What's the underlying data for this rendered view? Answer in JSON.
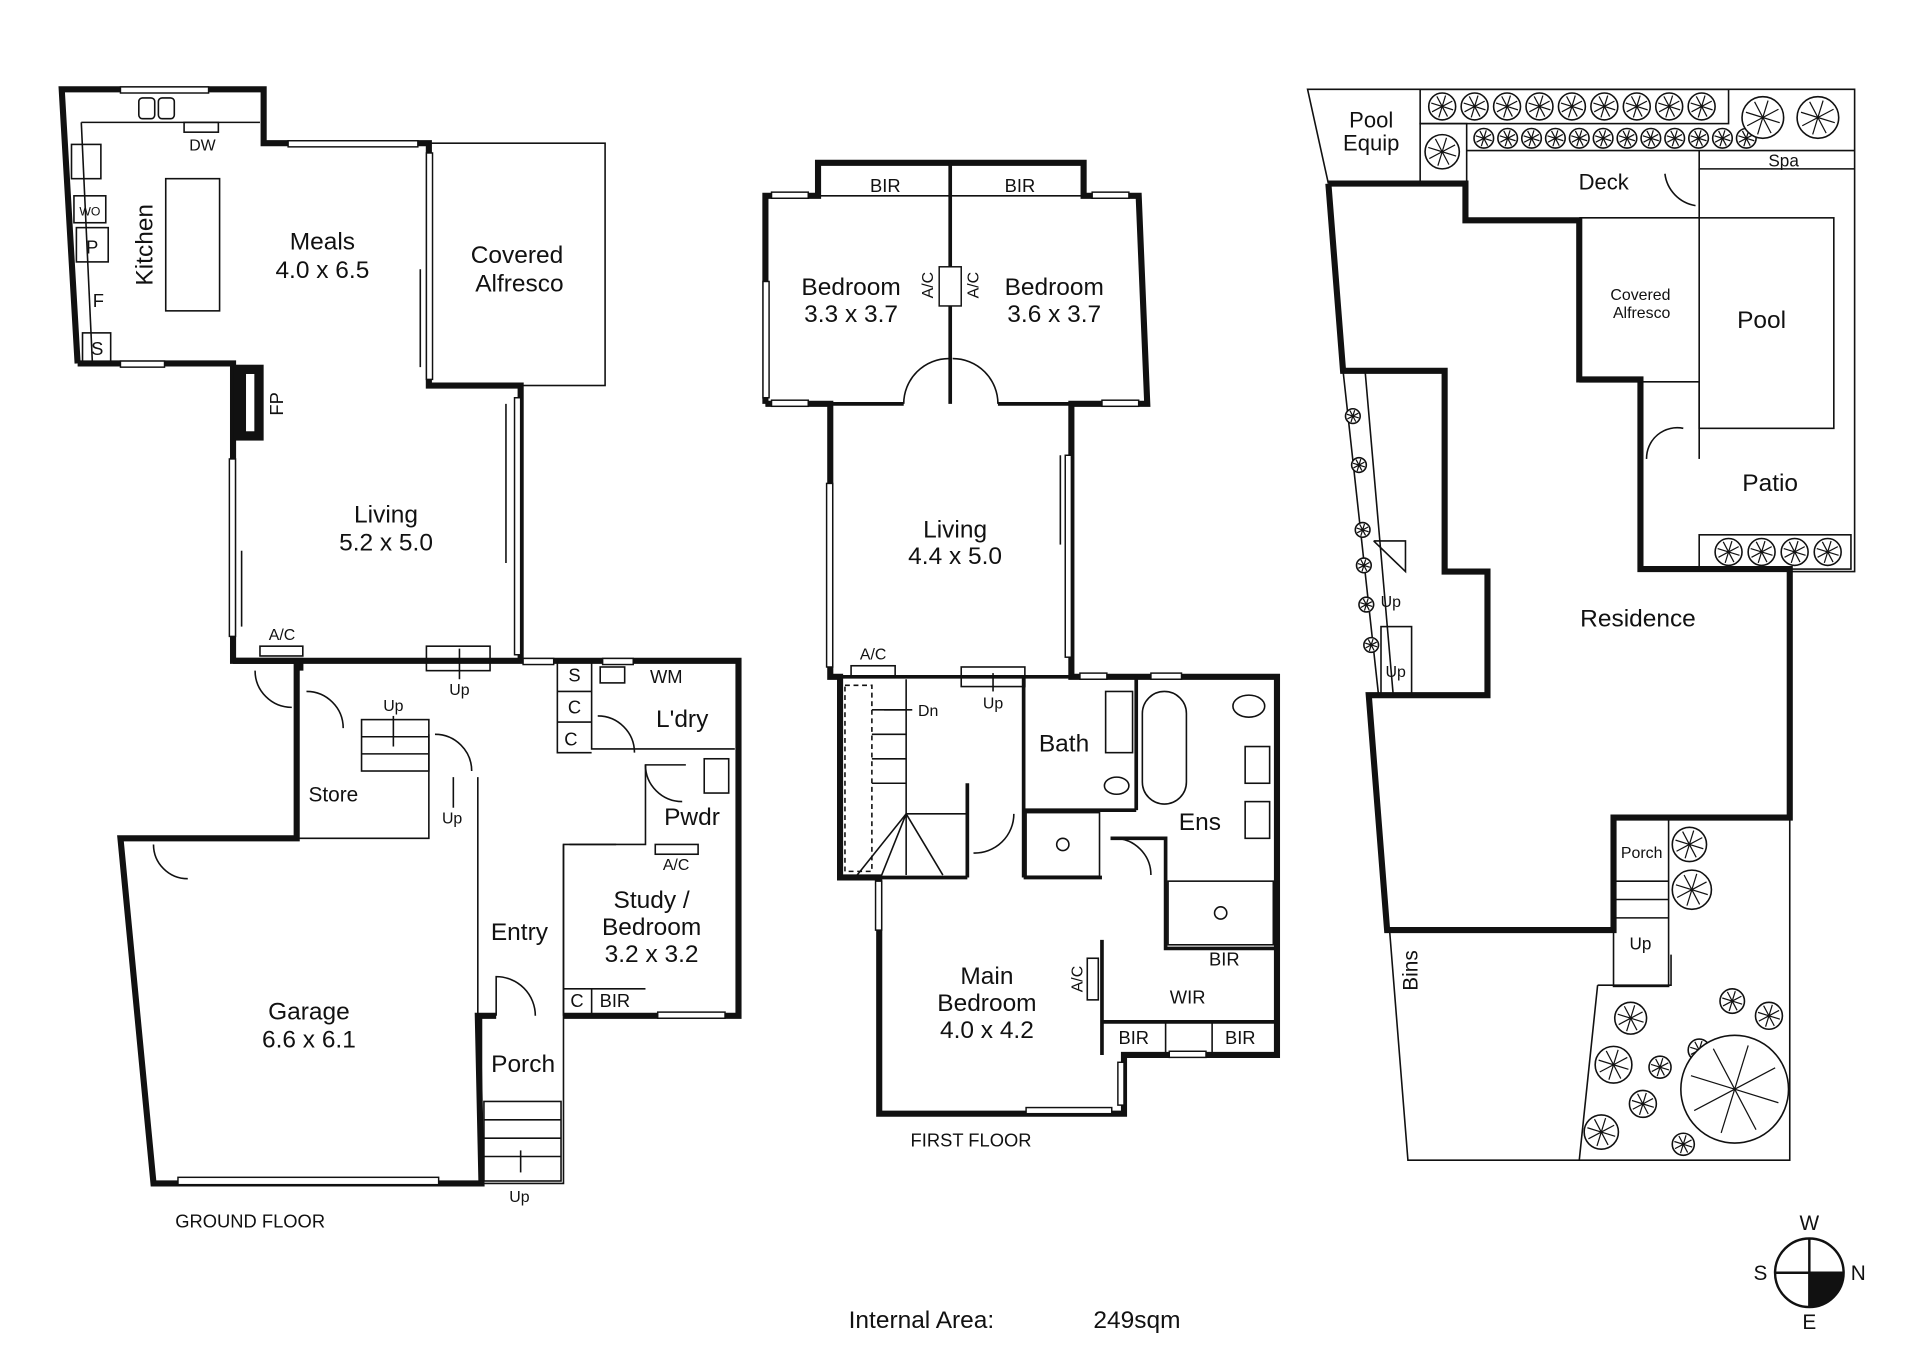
{
  "ground_floor": {
    "title": "GROUND FLOOR",
    "kitchen": "Kitchen",
    "meals": {
      "name": "Meals",
      "size": "4.0 x 6.5"
    },
    "alfresco": {
      "line1": "Covered",
      "line2": "Alfresco"
    },
    "living": {
      "name": "Living",
      "size": "5.2 x 5.0"
    },
    "store": "Store",
    "garage": {
      "name": "Garage",
      "size": "6.6 x 6.1"
    },
    "entry": "Entry",
    "porch": "Porch",
    "study": {
      "line1": "Study /",
      "line2": "Bedroom",
      "size": "3.2 x 3.2"
    },
    "laundry": "L'dry",
    "powder": "Pwdr",
    "fixtures": {
      "dw": "DW",
      "wo": "WO",
      "p": "P",
      "f": "F",
      "s": "S",
      "fp": "FP",
      "ac": "A/C",
      "ac2": "A/C",
      "wm": "WM",
      "s2": "S",
      "c1": "C",
      "c2": "C",
      "c3": "C",
      "bir": "BIR"
    },
    "stairs": [
      "Up",
      "Up",
      "Up",
      "Up"
    ]
  },
  "first_floor": {
    "title": "FIRST FLOOR",
    "bir1": "BIR",
    "bir2": "BIR",
    "bedroom1": {
      "name": "Bedroom",
      "size": "3.3 x 3.7"
    },
    "bedroom2": {
      "name": "Bedroom",
      "size": "3.6 x 3.7"
    },
    "ac1": "A/C",
    "ac2": "A/C",
    "ac3": "A/C",
    "ac4": "A/C",
    "living": {
      "name": "Living",
      "size": "4.4 x 5.0"
    },
    "dn": "Dn",
    "up": "Up",
    "bath": "Bath",
    "ens": "Ens",
    "main_bedroom": {
      "line1": "Main",
      "line2": "Bedroom",
      "size": "4.0 x 4.2"
    },
    "bir3": "BIR",
    "wir": "WIR",
    "bir4": "BIR",
    "bir5": "BIR"
  },
  "site_plan": {
    "pool_equip": {
      "line1": "Pool",
      "line2": "Equip"
    },
    "deck": "Deck",
    "spa": "Spa",
    "alfresco": {
      "line1": "Covered",
      "line2": "Alfresco"
    },
    "pool": "Pool",
    "patio": "Patio",
    "residence": "Residence",
    "up1": "Up",
    "up2": "Up",
    "porch": "Porch",
    "up3": "Up",
    "bins": "Bins"
  },
  "compass": {
    "w": "W",
    "n": "N",
    "s": "S",
    "e": "E"
  },
  "footer": {
    "label": "Internal Area:",
    "value": "249sqm"
  }
}
